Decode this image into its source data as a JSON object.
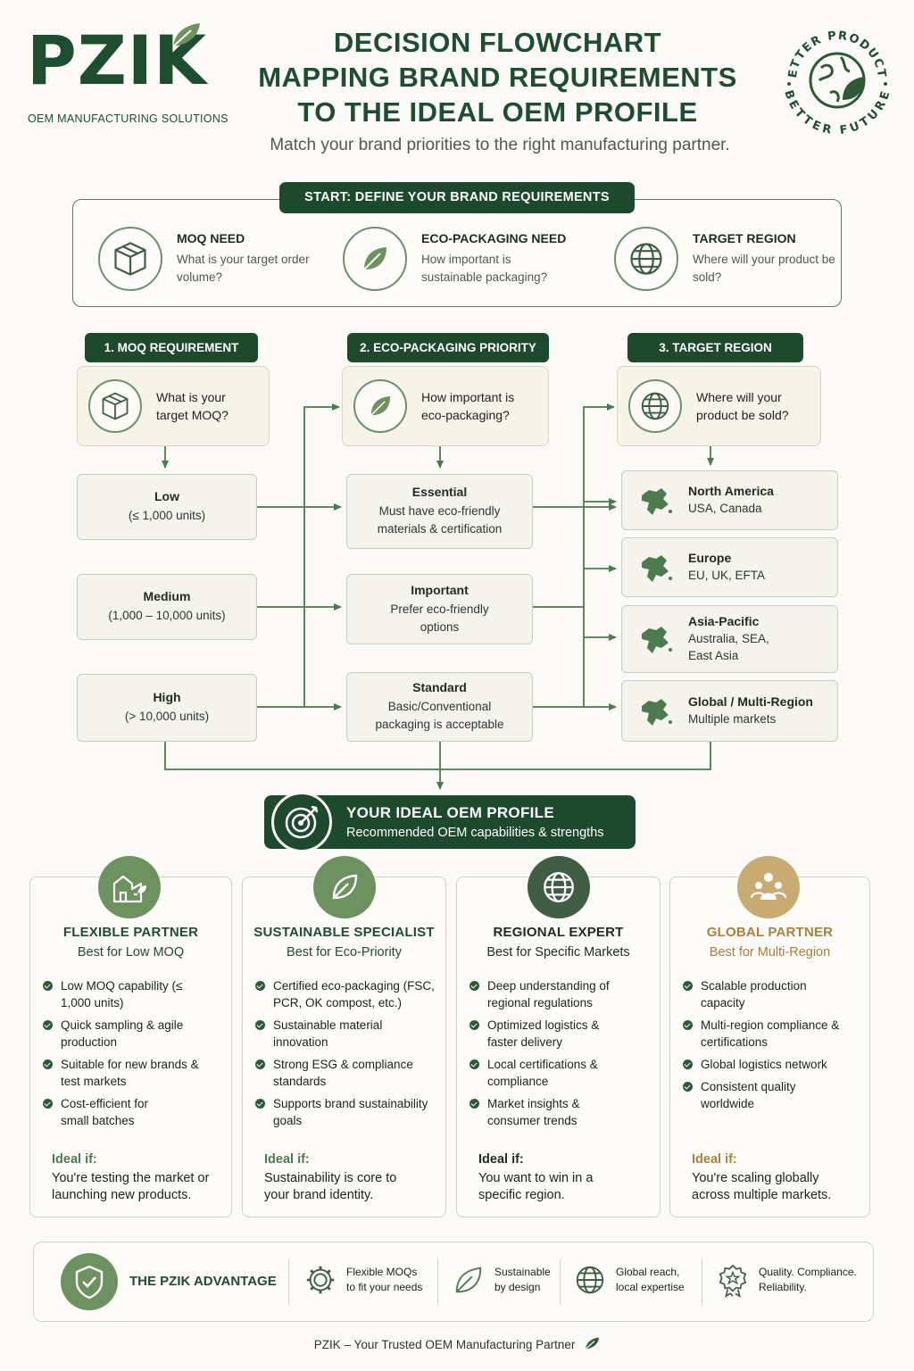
{
  "brand": {
    "name": "PZIK",
    "tagline": "OEM MANUFACTURING SOLUTIONS",
    "badge_top": "BETTER PRODUCTS",
    "badge_bottom": "BETTER FUTURE"
  },
  "header": {
    "title_lines": [
      "DECISION FLOWCHART",
      "MAPPING BRAND REQUIREMENTS",
      "TO THE IDEAL OEM PROFILE"
    ],
    "subtitle": "Match your brand priorities to the right manufacturing partner."
  },
  "start": {
    "label": "START: DEFINE YOUR BRAND REQUIREMENTS",
    "items": [
      {
        "title": "MOQ NEED",
        "desc": "What is your target order volume?",
        "icon": "box-icon"
      },
      {
        "title": "ECO-PACKAGING NEED",
        "desc": "How important is sustainable packaging?",
        "icon": "leaf-icon"
      },
      {
        "title": "TARGET REGION",
        "desc": "Where will your product be sold?",
        "icon": "globe-icon"
      }
    ]
  },
  "columns": [
    {
      "header": "1. MOQ REQUIREMENT",
      "question": "What is your target MOQ?",
      "options": [
        {
          "title": "Low",
          "desc": "(≤ 1,000 units)"
        },
        {
          "title": "Medium",
          "desc": "(1,000 – 10,000 units)"
        },
        {
          "title": "High",
          "desc": "(> 10,000 units)"
        }
      ]
    },
    {
      "header": "2. ECO-PACKAGING PRIORITY",
      "question": "How important is eco-packaging?",
      "options": [
        {
          "title": "Essential",
          "desc": "Must have eco-friendly materials & certification"
        },
        {
          "title": "Important",
          "desc": "Prefer eco-friendly options"
        },
        {
          "title": "Standard",
          "desc": "Basic/Conventional packaging is acceptable"
        }
      ]
    },
    {
      "header": "3. TARGET REGION",
      "question": "Where will your product be sold?",
      "options": [
        {
          "title": "North America",
          "desc": "USA, Canada"
        },
        {
          "title": "Europe",
          "desc": "EU, UK, EFTA"
        },
        {
          "title": "Asia-Pacific",
          "desc": "Australia, SEA, East Asia"
        },
        {
          "title": "Global / Multi-Region",
          "desc": "Multiple markets"
        }
      ]
    }
  ],
  "ideal": {
    "title": "YOUR IDEAL OEM PROFILE",
    "desc": "Recommended OEM capabilities & strengths"
  },
  "profiles": [
    {
      "title": "FLEXIBLE PARTNER",
      "subtitle": "Best for Low MOQ",
      "color": "#6d9260",
      "title_color": "#1f4d2f",
      "icon": "factory-icon",
      "bullets": [
        "Low MOQ capability (≤ 1,000 units)",
        "Quick sampling & agile production",
        "Suitable for new brands & test markets",
        "Cost-efficient for small batches"
      ],
      "ideal_label": "Ideal if:",
      "ideal_desc": "You're testing the market or launching new products."
    },
    {
      "title": "SUSTAINABLE SPECIALIST",
      "subtitle": "Best for Eco-Priority",
      "color": "#6d9260",
      "title_color": "#1f4d2f",
      "icon": "leaf-icon",
      "bullets": [
        "Certified eco-packaging (FSC, PCR, OK compost, etc.)",
        "Sustainable material innovation",
        "Strong ESG & compliance standards",
        "Supports brand sustainability goals"
      ],
      "ideal_label": "Ideal if:",
      "ideal_desc": "Sustainability is core to your brand identity."
    },
    {
      "title": "REGIONAL EXPERT",
      "subtitle": "Best for Specific Markets",
      "color": "#3f5e44",
      "title_color": "#1f2b22",
      "icon": "globe-icon",
      "bullets": [
        "Deep understanding of regional regulations",
        "Optimized logistics & faster delivery",
        "Local certifications & compliance",
        "Market insights & consumer trends"
      ],
      "ideal_label": "Ideal if:",
      "ideal_desc": "You want to win in a specific region."
    },
    {
      "title": "GLOBAL PARTNER",
      "subtitle": "Best for Multi-Region",
      "color": "#c8ab73",
      "title_color": "#a8803e",
      "icon": "network-icon",
      "bullets": [
        "Scalable production capacity",
        "Multi-region compliance & certifications",
        "Global logistics network",
        "Consistent quality worldwide"
      ],
      "ideal_label": "Ideal if:",
      "ideal_desc": "You're scaling globally across multiple markets."
    }
  ],
  "advantage": {
    "title": "THE PZIK ADVANTAGE",
    "items": [
      {
        "text": "Flexible MOQs to fit your needs",
        "icon": "gear-icon"
      },
      {
        "text": "Sustainable by design",
        "icon": "leaf-icon"
      },
      {
        "text": "Global reach, local expertise",
        "icon": "globe-icon"
      },
      {
        "text": "Quality. Compliance. Reliability.",
        "icon": "award-icon"
      }
    ]
  },
  "footer": "PZIK – Your Trusted OEM Manufacturing Partner",
  "colors": {
    "primary": "#1d4a2c",
    "accent": "#6d9260",
    "gold": "#c8ab73"
  }
}
